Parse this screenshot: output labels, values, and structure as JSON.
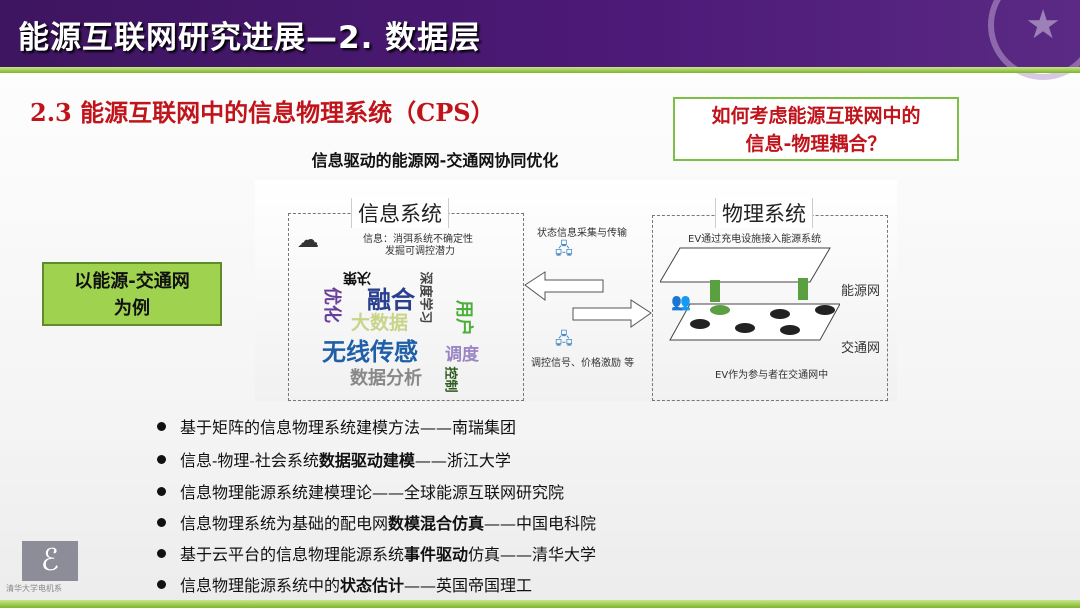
{
  "header": {
    "title": "能源互联网研究进展—2. 数据层"
  },
  "subtitle": "2.3 能源互联网中的信息物理系统（CPS）",
  "question": {
    "line1": "如何考虑能源互联网中的",
    "line2": "信息-物理耦合？"
  },
  "diagram": {
    "title": "信息驱动的能源网-交通网协同优化",
    "info_system": {
      "label": "信息系统",
      "desc1": "信息：消弭系统不确定性",
      "desc2": "发掘可调控潜力",
      "words": [
        "决策",
        "融合",
        "优化",
        "大数据",
        "深度学习",
        "用户",
        "无线传感",
        "调度",
        "数据分析",
        "控制"
      ]
    },
    "middle": {
      "top": "状态信息采集与传输",
      "bottom": "调控信号、价格激励 等"
    },
    "physical_system": {
      "label": "物理系统",
      "top": "EV通过充电设施接入能源系统",
      "energy_net": "能源网",
      "traffic_net": "交通网",
      "bottom": "EV作为参与者在交通网中"
    }
  },
  "example": {
    "line1": "以能源-交通网",
    "line2": "为例"
  },
  "bullets": [
    {
      "a": "基于矩阵的信息物理系统建模方法——南瑞集团",
      "b": "",
      "c": ""
    },
    {
      "a": "信息-物理-社会系统",
      "b": "数据驱动建模",
      "c": "——浙江大学"
    },
    {
      "a": "信息物理能源系统建模理论——全球能源互联网研究院",
      "b": "",
      "c": ""
    },
    {
      "a": "信息物理系统为基础的配电网",
      "b": "数模混合仿真",
      "c": "——中国电科院"
    },
    {
      "a": "基于云平台的信息物理能源系统",
      "b": "事件驱动",
      "c": "仿真——清华大学"
    },
    {
      "a": "信息物理能源系统中的",
      "b": "状态估计",
      "c": "——英国帝国理工"
    }
  ],
  "footer": {
    "logo_text": "清华大学电机系"
  },
  "colors": {
    "header": "#4d1a78",
    "accent_green": "#7fb52d",
    "title_red": "#c0141b"
  }
}
